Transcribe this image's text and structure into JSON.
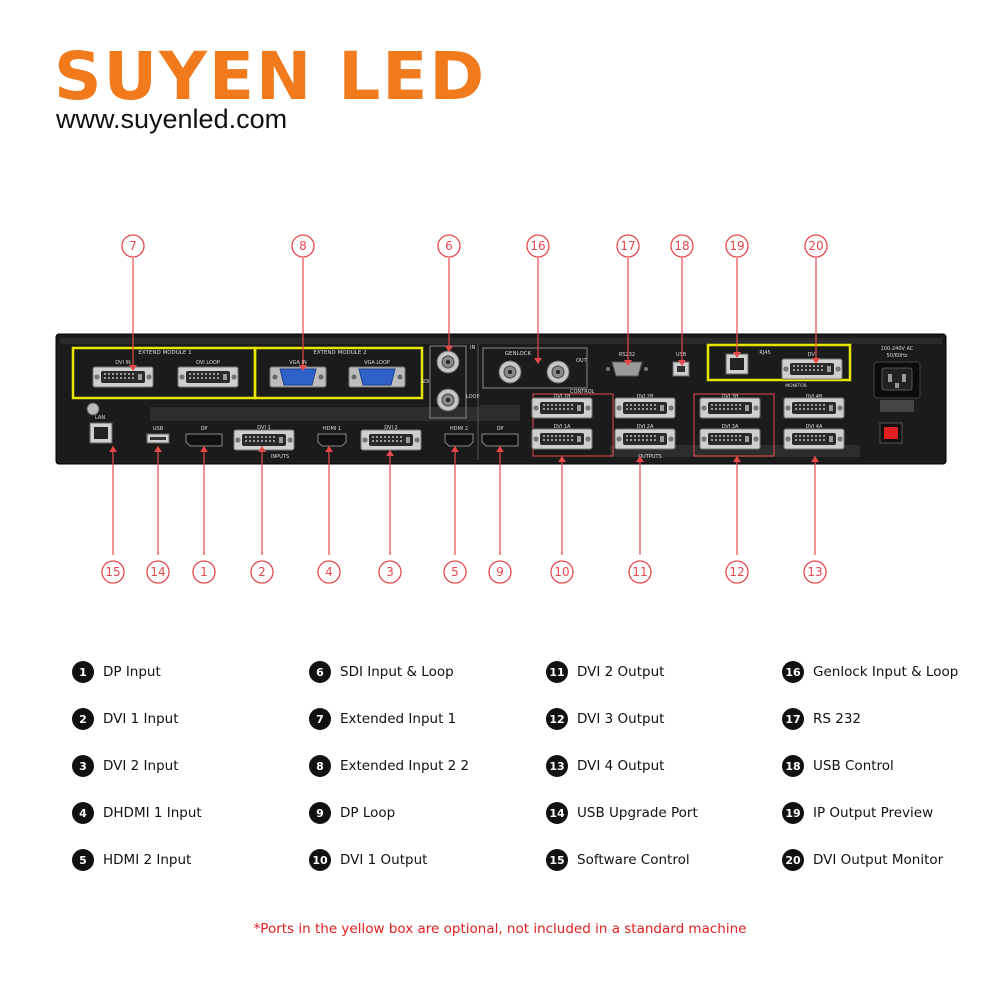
{
  "brand": {
    "name": "SUYEN LED",
    "url": "www.suyenled.com",
    "color": "#f07a1c"
  },
  "panel": {
    "module1_title": "EXTEND MODULE 1",
    "module2_title": "EXTEND MODULE 2",
    "dvi_in": "DVI IN",
    "dvi_loop": "DVI LOOP",
    "vga_in": "VGA IN",
    "vga_loop": "VGA LOOP",
    "sdi_in": "IN",
    "sdi_loop": "LOOP",
    "sdi": "SDI",
    "genlock": "GENLOCK",
    "genlock_out": "OUT",
    "control": "CONTROL",
    "rs232": "RS232",
    "usb_ctrl": "USB",
    "rj45": "RJ45",
    "dvi_monitor": "DVI",
    "monitor_label": "MONITOR",
    "power": "100-240V  AC",
    "power_hz": "50/60Hz",
    "lan": "LAN",
    "usb": "USB",
    "dp": "DP",
    "dvi1": "DVI 1",
    "hdmi1": "HDMI 1",
    "dvi2": "DVI 2",
    "hdmi2": "HDMI 2",
    "inputs": "INPUTS",
    "dp_loop": "DP",
    "outputs": "OUTPUTS",
    "dvi1b": "DVI 1B",
    "dvi2b": "DVI 2B",
    "dvi3b": "DVI 3B",
    "dvi4b": "DVI 4B",
    "dvi1a": "DVI 1A",
    "dvi2a": "DVI 2A",
    "dvi3a": "DVI 3A",
    "dvi4a": "DVI 4A"
  },
  "callouts": {
    "c1": "1",
    "c2": "2",
    "c3": "3",
    "c4": "4",
    "c5": "5",
    "c6": "6",
    "c7": "7",
    "c8": "8",
    "c9": "9",
    "c10": "10",
    "c11": "11",
    "c12": "12",
    "c13": "13",
    "c14": "14",
    "c15": "15",
    "c16": "16",
    "c17": "17",
    "c18": "18",
    "c19": "19",
    "c20": "20"
  },
  "legend": [
    {
      "num": "1",
      "label": "DP Input"
    },
    {
      "num": "2",
      "label": "DVI 1 Input"
    },
    {
      "num": "3",
      "label": "DVI 2 Input"
    },
    {
      "num": "4",
      "label": "DHDMI 1 Input"
    },
    {
      "num": "5",
      "label": "HDMI 2 Input"
    },
    {
      "num": "6",
      "label": "SDI Input & Loop"
    },
    {
      "num": "7",
      "label": "Extended Input 1"
    },
    {
      "num": "8",
      "label": "Extended Input 2 2"
    },
    {
      "num": "9",
      "label": "DP Loop"
    },
    {
      "num": "10",
      "label": "DVI 1 Output"
    },
    {
      "num": "11",
      "label": "DVI 2 Output"
    },
    {
      "num": "12",
      "label": "DVI 3 Output"
    },
    {
      "num": "13",
      "label": "DVI 4 Output"
    },
    {
      "num": "14",
      "label": "USB Upgrade Port"
    },
    {
      "num": "15",
      "label": "Software Control"
    },
    {
      "num": "16",
      "label": "Genlock Input & Loop"
    },
    {
      "num": "17",
      "label": "RS 232"
    },
    {
      "num": "18",
      "label": "USB Control"
    },
    {
      "num": "19",
      "label": "IP Output Preview"
    },
    {
      "num": "20",
      "label": "DVI Output Monitor"
    }
  ],
  "footnote": "*Ports in the yellow box are optional, not included in a standard machine",
  "colors": {
    "callout_red": "#e5484d",
    "option_box": "#e6e600",
    "chassis": "#1b1b1b",
    "vga_blue": "#2f62c8"
  }
}
